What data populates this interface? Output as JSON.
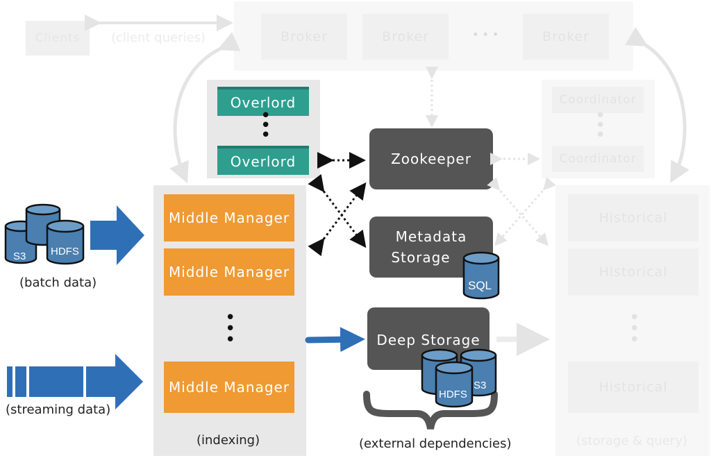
{
  "query_tier": {
    "clients_label": "Clients",
    "client_queries_label": "(client queries)",
    "brokers": [
      "Broker",
      "Broker",
      "Broker"
    ],
    "broker_ellipsis": "• • •"
  },
  "master": {
    "overlords": [
      "Overlord",
      "Overlord"
    ],
    "coordinators": [
      "Coordinator",
      "Coordinator"
    ]
  },
  "indexing": {
    "middle_managers": [
      "Middle Manager",
      "Middle Manager",
      "Middle Manager"
    ],
    "caption": "(indexing)"
  },
  "external": {
    "zookeeper": "Zookeeper",
    "metadata_storage_line1": "Metadata",
    "metadata_storage_line2": "Storage",
    "sql_label": "SQL",
    "deep_storage": "Deep Storage",
    "hdfs_label": "HDFS",
    "s3_label": "S3",
    "caption": "(external dependencies)"
  },
  "storage": {
    "historicals": [
      "Historical",
      "Historical",
      "Historical"
    ],
    "caption": "(storage & query)"
  },
  "inputs": {
    "batch_s3": "S3",
    "batch_hdfs": "HDFS",
    "batch_caption": "(batch data)",
    "streaming_caption": "(streaming data)"
  },
  "colors": {
    "teal": "#2e9e8f",
    "orange": "#ef9a33",
    "dark_gray": "#555555",
    "blue_arrow": "#2f6fb6",
    "cylinder_blue": "#4a7fb0",
    "faded": "#f0f0f0"
  }
}
